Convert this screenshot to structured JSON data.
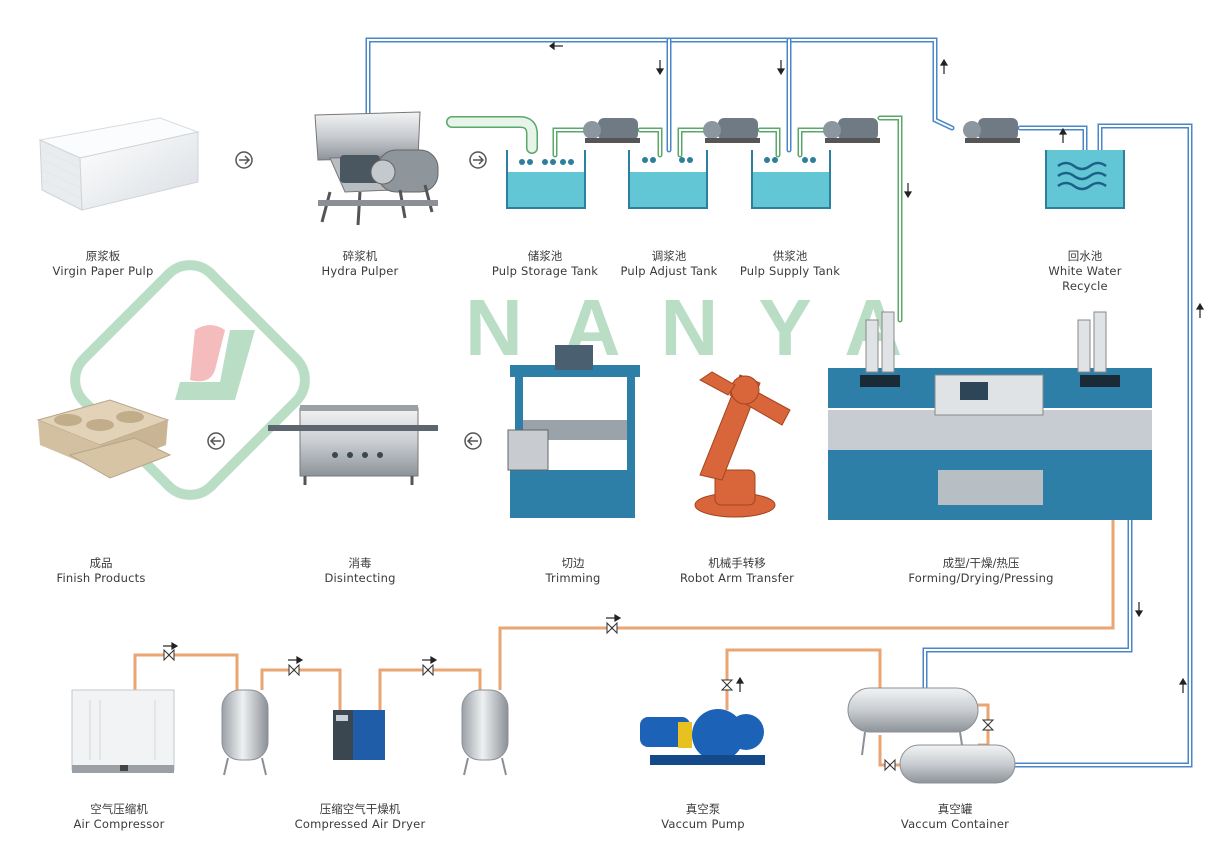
{
  "watermark": {
    "brand": "NANYA"
  },
  "stations": {
    "virgin_paper_pulp": {
      "zh": "原浆板",
      "en": "Virgin Paper Pulp"
    },
    "hydra_pulper": {
      "zh": "碎浆机",
      "en": "Hydra Pulper"
    },
    "pulp_storage_tank": {
      "zh": "储浆池",
      "en": "Pulp Storage Tank"
    },
    "pulp_adjust_tank": {
      "zh": "调浆池",
      "en": "Pulp Adjust Tank"
    },
    "pulp_supply_tank": {
      "zh": "供浆池",
      "en": "Pulp Supply Tank"
    },
    "white_water_recycle": {
      "zh": "回水池",
      "en_line1": "White Water",
      "en_line2": "Recycle"
    },
    "finish_products": {
      "zh": "成品",
      "en": "Finish Products"
    },
    "disintecting": {
      "zh": "消毒",
      "en": "Disintecting"
    },
    "trimming": {
      "zh": "切边",
      "en": "Trimming"
    },
    "robot_arm_transfer": {
      "zh": "机械手转移",
      "en": "Robot Arm Transfer"
    },
    "forming_drying_pressing": {
      "zh": "成型/干燥/热压",
      "en": "Forming/Drying/Pressing"
    },
    "air_compressor": {
      "zh": "空气压缩机",
      "en": "Air Compressor"
    },
    "compressed_air_dryer": {
      "zh": "压缩空气干燥机",
      "en": "Compressed Air Dryer"
    },
    "vaccum_pump": {
      "zh": "真空泵",
      "en": "Vaccum Pump"
    },
    "vaccum_container": {
      "zh": "真空罐",
      "en": "Vaccum Container"
    }
  },
  "colors": {
    "water_pipe": "#4a86c8",
    "pulp_pipe": "#5aa86a",
    "air_pipe": "#e8a070",
    "tank_water": "#62c6d4",
    "machine_blue": "#2d7fa8",
    "robot_orange": "#d9653a",
    "watermark_green": "#3aa05a",
    "watermark_red": "#e04040"
  }
}
